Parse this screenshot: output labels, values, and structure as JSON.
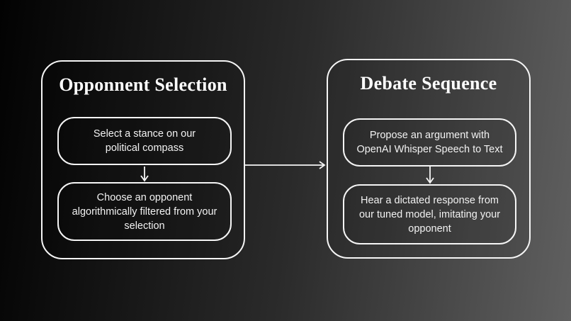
{
  "colors": {
    "background_left": "#020202",
    "background_mid": "#2b2b2b",
    "background_right": "#606060",
    "line": "#f5f5f5",
    "text": "#f2f2f2",
    "title_text": "#ffffff"
  },
  "panels": [
    {
      "id": "opponent-selection",
      "title": "Opponnent Selection",
      "steps": [
        {
          "text": "Select a stance on our\npolitical compass"
        },
        {
          "text": "Choose an opponent\nalgorithmically filtered from your\nselection"
        }
      ]
    },
    {
      "id": "debate-sequence",
      "title": "Debate Sequence",
      "steps": [
        {
          "text": "Propose an argument with\nOpenAI Whisper Speech to Text"
        },
        {
          "text": "Hear a dictated response from\nour tuned model, imitating your\nopponent"
        }
      ]
    }
  ]
}
